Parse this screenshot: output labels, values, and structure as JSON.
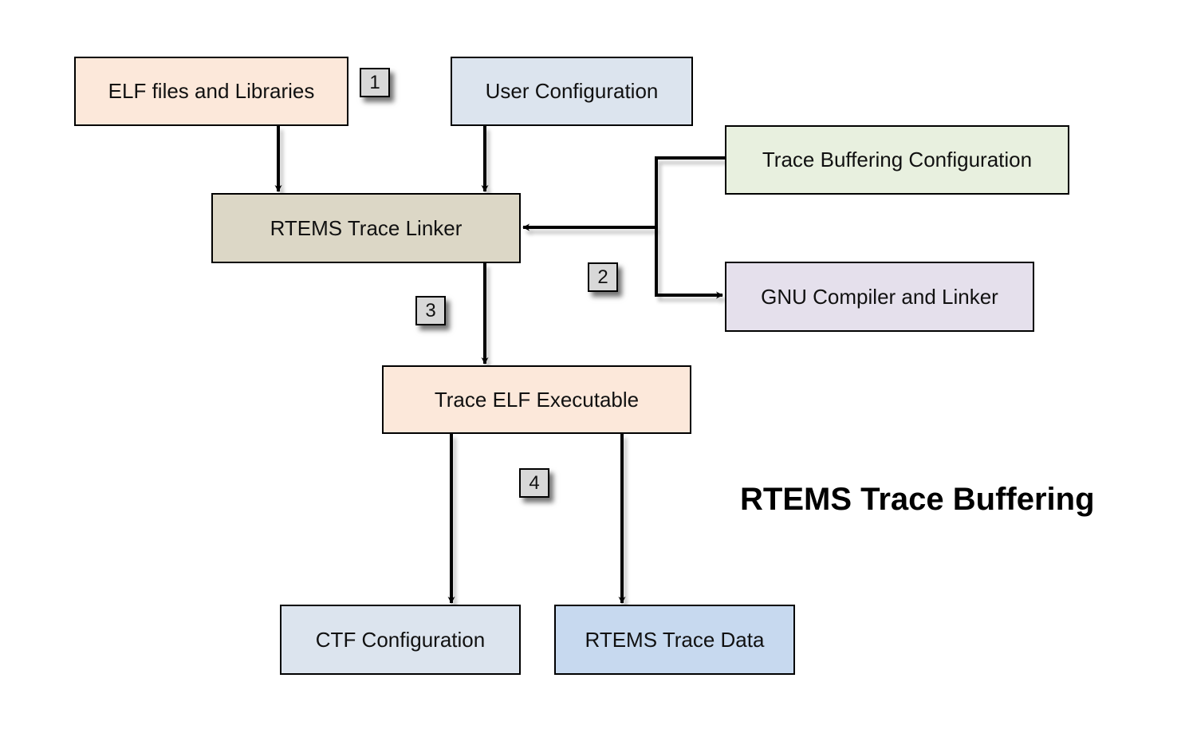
{
  "title": "RTEMS Trace Buffering",
  "nodes": {
    "elf_files": {
      "label": "ELF files and Libraries",
      "color": "#fce8da"
    },
    "user_config": {
      "label": "User Configuration",
      "color": "#dce4ee"
    },
    "trace_buffering_config": {
      "label": "Trace Buffering Configuration",
      "color": "#e8f0df"
    },
    "trace_linker": {
      "label": "RTEMS Trace Linker",
      "color": "#dcd7c6"
    },
    "gnu_compiler": {
      "label": "GNU Compiler and Linker",
      "color": "#e5e0ec"
    },
    "trace_elf": {
      "label": "Trace ELF Executable",
      "color": "#fce8da"
    },
    "ctf_config": {
      "label": "CTF Configuration",
      "color": "#dce4ee"
    },
    "trace_data": {
      "label": "RTEMS Trace Data",
      "color": "#c7d9ef"
    }
  },
  "steps": [
    "1",
    "2",
    "3",
    "4"
  ],
  "edges": [
    {
      "from": "ELF files and Libraries",
      "to": "RTEMS Trace Linker"
    },
    {
      "from": "User Configuration",
      "to": "RTEMS Trace Linker"
    },
    {
      "from": "Trace Buffering Configuration",
      "to": "RTEMS Trace Linker"
    },
    {
      "from": "Trace Buffering Configuration",
      "to": "GNU Compiler and Linker"
    },
    {
      "from": "RTEMS Trace Linker",
      "to": "Trace ELF Executable"
    },
    {
      "from": "Trace ELF Executable",
      "to": "CTF Configuration"
    },
    {
      "from": "Trace ELF Executable",
      "to": "RTEMS Trace Data"
    }
  ]
}
